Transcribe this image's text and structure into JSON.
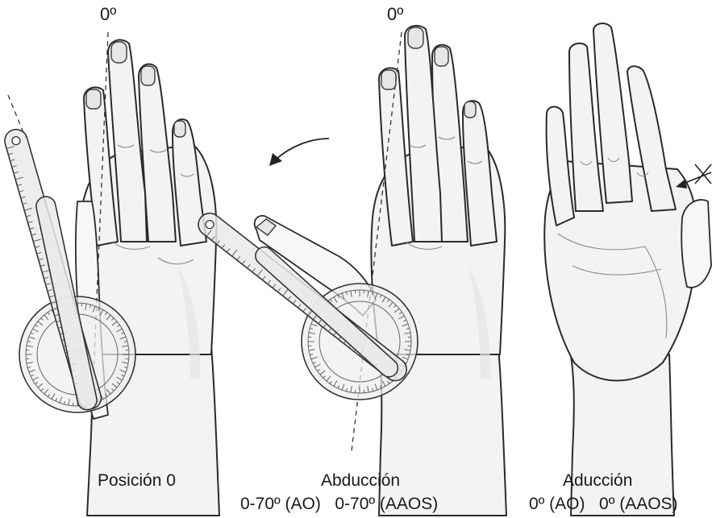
{
  "panels": [
    {
      "caption": "Posición 0",
      "range_line": "",
      "angle_marker": "0º"
    },
    {
      "caption": "Abducción",
      "range_line": "0-70º (AO)   0-70º (AAOS)",
      "angle_marker": "0º"
    },
    {
      "caption": "Aducción",
      "range_line": "0º (AO)   0º (AAOS)",
      "angle_marker": ""
    }
  ],
  "icons": {
    "goniometer": "goniometer-icon",
    "arrow": "curved-arrow-icon",
    "blocked": "x-mark-icon"
  },
  "colors": {
    "line": "#2a2a2a",
    "skin": "#f3f3f3",
    "instrument": "#e9e9e9"
  }
}
